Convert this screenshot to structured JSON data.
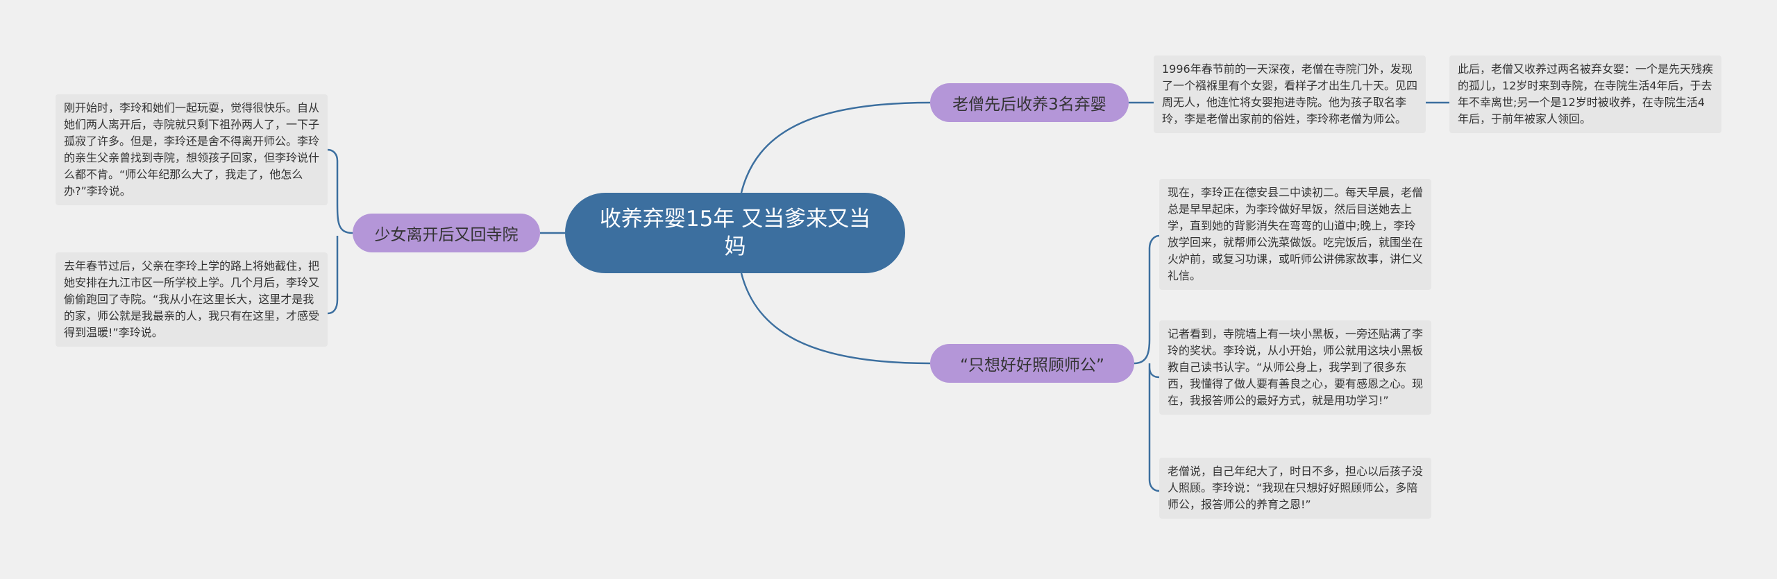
{
  "colors": {
    "background": "#f0f0f0",
    "root_fill": "#3c6f9f",
    "root_text": "#ffffff",
    "branch_fill": "#b496d8",
    "leaf_fill": "#e6e6e6",
    "connector": "#3c6f9f"
  },
  "root": {
    "label": "收养弃婴15年 又当爹来又当妈"
  },
  "branches": {
    "b1": {
      "label": "老僧先后收养3名弃婴",
      "leaf1": "1996年春节前的一天深夜，老僧在寺院门外，发现了一个襁褓里有个女婴，看样子才出生几十天。见四周无人，他连忙将女婴抱进寺院。他为孩子取名李玲，李是老僧出家前的俗姓，李玲称老僧为师公。",
      "leaf1_child": "此后，老僧又收养过两名被弃女婴：一个是先天残疾的孤儿，12岁时来到寺院，在寺院生活4年后，于去年不幸离世;另一个是12岁时被收养，在寺院生活4年后，于前年被家人领回。"
    },
    "b2": {
      "label": "少女离开后又回寺院",
      "leaf1": "刚开始时，李玲和她们一起玩耍，觉得很快乐。自从她们两人离开后，寺院就只剩下祖孙两人了，一下子孤寂了许多。但是，李玲还是舍不得离开师公。李玲的亲生父亲曾找到寺院，想领孩子回家，但李玲说什么都不肯。“师公年纪那么大了，我走了，他怎么办?”李玲说。",
      "leaf2": "去年春节过后，父亲在李玲上学的路上将她截住，把她安排在九江市区一所学校上学。几个月后，李玲又偷偷跑回了寺院。“我从小在这里长大，这里才是我的家，师公就是我最亲的人，我只有在这里，才感受得到温暖!”李玲说。"
    },
    "b3": {
      "label": "“只想好好照顾师公”",
      "leaf1": "现在，李玲正在德安县二中读初二。每天早晨，老僧总是早早起床，为李玲做好早饭，然后目送她去上学，直到她的背影消失在弯弯的山道中;晚上，李玲放学回来，就帮师公洗菜做饭。吃完饭后，就围坐在火炉前，或复习功课，或听师公讲佛家故事，讲仁义礼信。",
      "leaf2": "记者看到，寺院墙上有一块小黑板，一旁还贴满了李玲的奖状。李玲说，从小开始，师公就用这块小黑板教自己读书认字。“从师公身上，我学到了很多东西，我懂得了做人要有善良之心，要有感恩之心。现在，我报答师公的最好方式，就是用功学习!”",
      "leaf3": "老僧说，自己年纪大了，时日不多，担心以后孩子没人照顾。李玲说：“我现在只想好好照顾师公，多陪师公，报答师公的养育之恩!”"
    }
  }
}
